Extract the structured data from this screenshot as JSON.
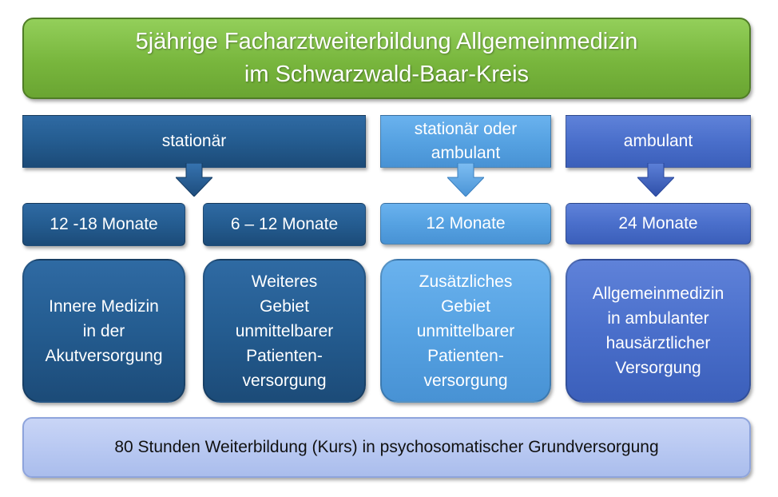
{
  "title": {
    "line1": "5jährige Facharztweiterbildung Allgemeinmedizin",
    "line2": "im Schwarzwald-Baar-Kreis"
  },
  "headers": {
    "stationaer": "stationär",
    "stationaer_oder_ambulant_line1": "stationär oder",
    "stationaer_oder_ambulant_line2": "ambulant",
    "ambulant": "ambulant"
  },
  "durations": {
    "innere": "12 -18 Monate",
    "weiteres": "6 – 12 Monate",
    "zusaetzlich": "12 Monate",
    "allgemein": "24 Monate"
  },
  "cards": {
    "innere": [
      "Innere Medizin",
      "in der",
      "Akutversorgung"
    ],
    "weiteres": [
      "Weiteres",
      "Gebiet",
      "unmittelbarer",
      "Patienten-",
      "versorgung"
    ],
    "zusaetzlich": [
      "Zusätzliches",
      "Gebiet",
      "unmittelbarer",
      "Patienten-",
      "versorgung"
    ],
    "allgemein": [
      "Allgemeinmedizin",
      "in ambulanter",
      "hausärztlicher",
      "Versorgung"
    ]
  },
  "footer": "80 Stunden Weiterbildung (Kurs) in psychosomatischer Grundversorgung",
  "colors": {
    "title_green": "#78b63d",
    "dark_blue": "#245c90",
    "light_blue": "#56a2e2",
    "mid_blue": "#4a6fcb",
    "footer_lavender": "#b9c9f2"
  }
}
